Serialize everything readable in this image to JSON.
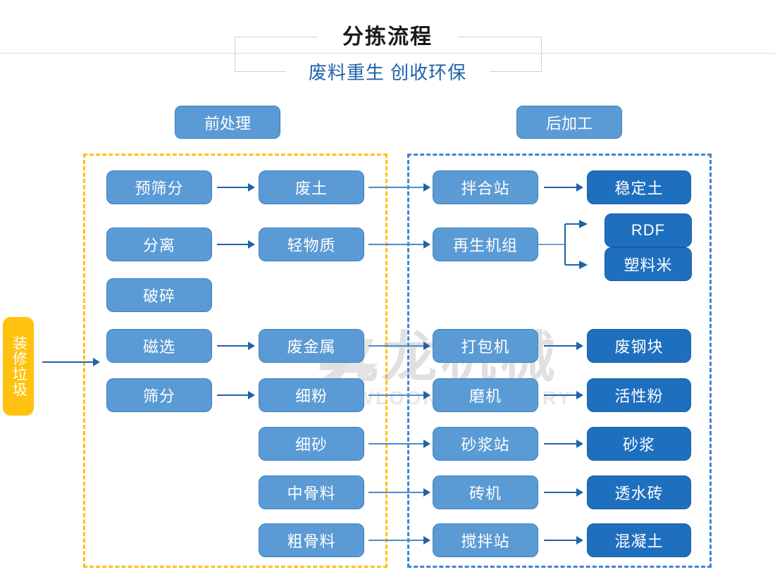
{
  "header": {
    "main_title": "分拣流程",
    "sub_title": "废料重生 创收环保"
  },
  "stages": {
    "pre_label": "前处理",
    "post_label": "后加工"
  },
  "entry": {
    "label": "装修垃圾"
  },
  "watermark": {
    "cn": "九龙机械",
    "en": "KOWLOONMACHINERY"
  },
  "colors": {
    "accent_orange": "#FFC20E",
    "node_mid_blue": "#5B9BD5",
    "node_deep_blue": "#1F6FBF",
    "arrow_blue": "#1F63A8",
    "title_blue": "#1D62AB",
    "zone_pre_border": "#FFC20E",
    "zone_post_border": "#3E86CE"
  },
  "chart_data": {
    "type": "diagram",
    "title": "分拣流程",
    "subtitle": "废料重生 创收环保",
    "zones": [
      {
        "name": "前处理",
        "border_style": "dashed",
        "border_color": "#FFC20E"
      },
      {
        "name": "后加工",
        "border_style": "dashed",
        "border_color": "#3E86CE"
      }
    ],
    "nodes": [
      {
        "id": "entry",
        "label": "装修垃圾",
        "column": 0,
        "row": 0,
        "style": "orange"
      },
      {
        "id": "n1c1",
        "label": "预筛分",
        "column": 1,
        "row": 1,
        "style": "mid"
      },
      {
        "id": "n2c1",
        "label": "分离",
        "column": 1,
        "row": 2,
        "style": "mid"
      },
      {
        "id": "n3c1",
        "label": "破碎",
        "column": 1,
        "row": 3,
        "style": "mid"
      },
      {
        "id": "n4c1",
        "label": "磁选",
        "column": 1,
        "row": 4,
        "style": "mid"
      },
      {
        "id": "n5c1",
        "label": "筛分",
        "column": 1,
        "row": 5,
        "style": "mid"
      },
      {
        "id": "n1c2",
        "label": "废土",
        "column": 2,
        "row": 1,
        "style": "mid"
      },
      {
        "id": "n2c2",
        "label": "轻物质",
        "column": 2,
        "row": 2,
        "style": "mid"
      },
      {
        "id": "n4c2",
        "label": "废金属",
        "column": 2,
        "row": 4,
        "style": "mid"
      },
      {
        "id": "n5c2",
        "label": "细粉",
        "column": 2,
        "row": 5,
        "style": "mid"
      },
      {
        "id": "n6c2",
        "label": "细砂",
        "column": 2,
        "row": 6,
        "style": "mid"
      },
      {
        "id": "n7c2",
        "label": "中骨料",
        "column": 2,
        "row": 7,
        "style": "mid"
      },
      {
        "id": "n8c2",
        "label": "粗骨料",
        "column": 2,
        "row": 8,
        "style": "mid"
      },
      {
        "id": "n1c3",
        "label": "拌合站",
        "column": 3,
        "row": 1,
        "style": "mid"
      },
      {
        "id": "n2c3",
        "label": "再生机组",
        "column": 3,
        "row": 2,
        "style": "mid"
      },
      {
        "id": "n4c3",
        "label": "打包机",
        "column": 3,
        "row": 4,
        "style": "mid"
      },
      {
        "id": "n5c3",
        "label": "磨机",
        "column": 3,
        "row": 5,
        "style": "mid"
      },
      {
        "id": "n6c3",
        "label": "砂浆站",
        "column": 3,
        "row": 6,
        "style": "mid"
      },
      {
        "id": "n7c3",
        "label": "砖机",
        "column": 3,
        "row": 7,
        "style": "mid"
      },
      {
        "id": "n8c3",
        "label": "搅拌站",
        "column": 3,
        "row": 8,
        "style": "mid"
      },
      {
        "id": "n1c4",
        "label": "稳定土",
        "column": 4,
        "row": 1,
        "style": "deep"
      },
      {
        "id": "rdf",
        "label": "RDF",
        "column": 4,
        "row": 2,
        "style": "deep"
      },
      {
        "id": "plas",
        "label": "塑料米",
        "column": 4,
        "row": 3,
        "style": "deep"
      },
      {
        "id": "n4c4",
        "label": "废钢块",
        "column": 4,
        "row": 4,
        "style": "deep"
      },
      {
        "id": "n5c4",
        "label": "活性粉",
        "column": 4,
        "row": 5,
        "style": "deep"
      },
      {
        "id": "n6c4",
        "label": "砂浆",
        "column": 4,
        "row": 6,
        "style": "deep"
      },
      {
        "id": "n7c4",
        "label": "透水砖",
        "column": 4,
        "row": 7,
        "style": "deep"
      },
      {
        "id": "n8c4",
        "label": "混凝土",
        "column": 4,
        "row": 8,
        "style": "deep"
      }
    ],
    "edges": [
      {
        "from": "entry",
        "to": "n4c1"
      },
      {
        "from": "n1c1",
        "to": "n1c2"
      },
      {
        "from": "n2c1",
        "to": "n2c2"
      },
      {
        "from": "n4c1",
        "to": "n4c2"
      },
      {
        "from": "n5c1",
        "to": "n5c2"
      },
      {
        "from": "n1c2",
        "to": "n1c3"
      },
      {
        "from": "n2c2",
        "to": "n2c3"
      },
      {
        "from": "n4c2",
        "to": "n4c3"
      },
      {
        "from": "n5c2",
        "to": "n5c3"
      },
      {
        "from": "n6c2",
        "to": "n6c3"
      },
      {
        "from": "n7c2",
        "to": "n7c3"
      },
      {
        "from": "n8c2",
        "to": "n8c3"
      },
      {
        "from": "n1c3",
        "to": "n1c4"
      },
      {
        "from": "n2c3",
        "to": "rdf"
      },
      {
        "from": "n2c3",
        "to": "plas"
      },
      {
        "from": "n4c3",
        "to": "n4c4"
      },
      {
        "from": "n5c3",
        "to": "n5c4"
      },
      {
        "from": "n6c3",
        "to": "n6c4"
      },
      {
        "from": "n7c3",
        "to": "n7c4"
      },
      {
        "from": "n8c3",
        "to": "n8c4"
      }
    ]
  }
}
